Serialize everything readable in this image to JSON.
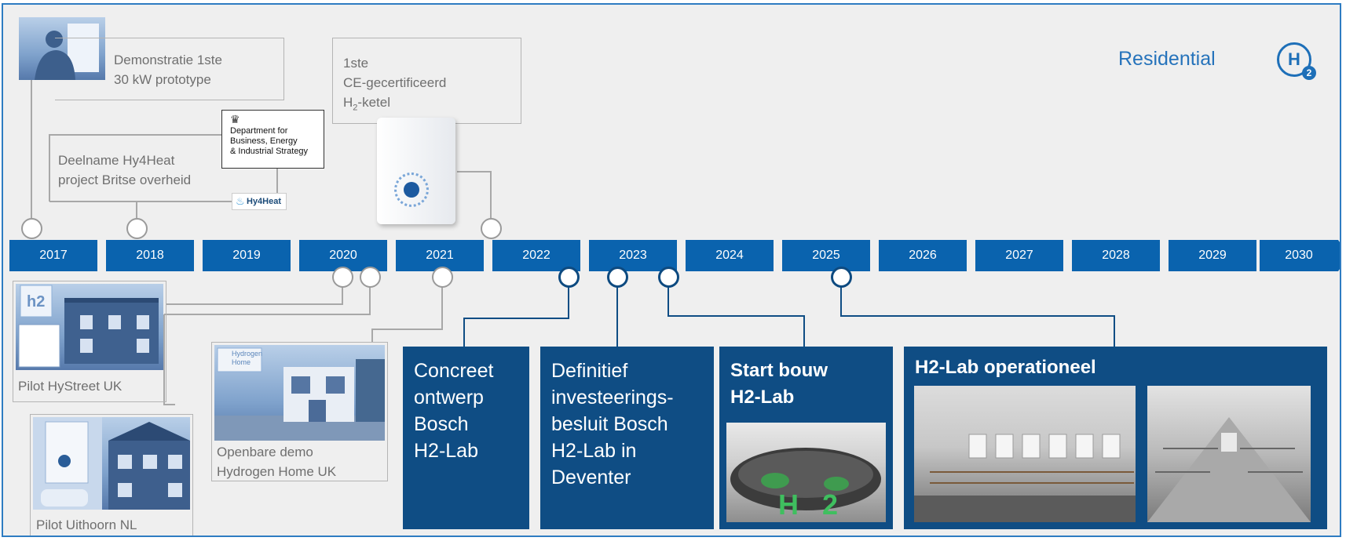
{
  "header": {
    "residential_label": "Residential",
    "logo_letter": "H",
    "logo_sub": "2"
  },
  "timeline": {
    "years": [
      "2017",
      "2018",
      "2019",
      "2020",
      "2021",
      "2022",
      "2023",
      "2024",
      "2025",
      "2026",
      "2027",
      "2028",
      "2029",
      "2030"
    ]
  },
  "past_milestones": {
    "demo_prototype": {
      "line1": "Demonstratie 1ste",
      "line2": "30 kW prototype"
    },
    "hy4heat": {
      "line1": "Deelname Hy4Heat",
      "line2": "project Britse overheid"
    },
    "beis_logo": {
      "line1": "Department for",
      "line2": "Business, Energy",
      "line3": "& Industrial Strategy"
    },
    "hy4heat_logo": "Hy4Heat",
    "ce_boiler": {
      "line1": "1ste",
      "line2": "CE-gecertificeerd",
      "line3_main": "H",
      "line3_sub": "2",
      "line3_rest": "-ketel"
    },
    "hystreet": "Pilot HyStreet UK",
    "hystreet_logo": "h2",
    "hydrogen_home": {
      "line1": "Openbare demo",
      "line2": "Hydrogen Home UK"
    },
    "hydrogen_home_logo": "Hydrogen Home",
    "uithoorn": "Pilot Uithoorn NL"
  },
  "future_milestones": {
    "concept": {
      "line1": "Concreet",
      "line2": "ontwerp",
      "line3": "Bosch",
      "line4": "H2-Lab"
    },
    "investment": {
      "line1": "Definitief",
      "line2": "investeerings-",
      "line3": "besluit Bosch",
      "line4": "H2-Lab in",
      "line5": "Deventer"
    },
    "construction": {
      "line1": "Start bouw",
      "line2": "H2-Lab",
      "photo_caption": "H 2"
    },
    "operational": {
      "title": "H2-Lab operationeel"
    }
  },
  "colors": {
    "year_bar": "#0a63ae",
    "dark_box": "#0f4d84",
    "accent": "#2673bb",
    "grey_text": "#6f6f6f"
  }
}
